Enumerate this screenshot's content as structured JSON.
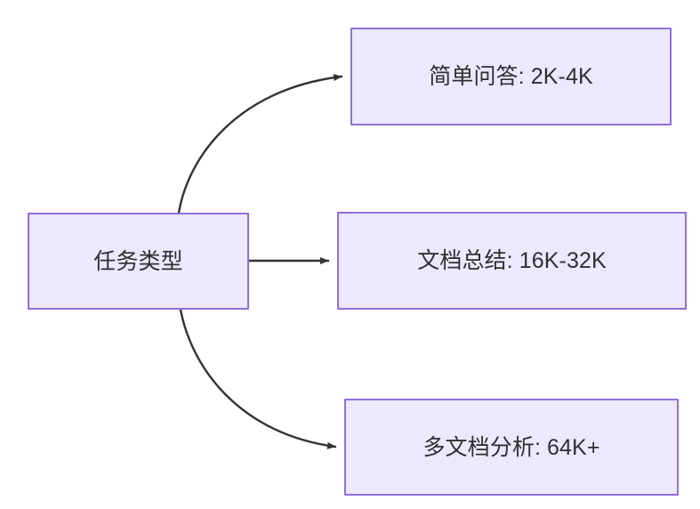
{
  "diagram": {
    "type": "flowchart",
    "direction": "left-to-right",
    "background_color": "#ffffff",
    "node_fill_color": "#ebe9fb",
    "node_border_color": "#9070d8",
    "node_text_color": "#2f2f33",
    "edge_color": "#333333",
    "root": {
      "id": "root",
      "label": "任务类型"
    },
    "branches": [
      {
        "id": "qa",
        "label": "简单问答: 2K-4K",
        "task": "简单问答",
        "context_length": "2K-4K",
        "edge_style": "curved"
      },
      {
        "id": "summary",
        "label": "文档总结: 16K-32K",
        "task": "文档总结",
        "context_length": "16K-32K",
        "edge_style": "straight"
      },
      {
        "id": "multidoc",
        "label": "多文档分析: 64K+",
        "task": "多文档分析",
        "context_length": "64K+",
        "edge_style": "curved"
      }
    ]
  }
}
